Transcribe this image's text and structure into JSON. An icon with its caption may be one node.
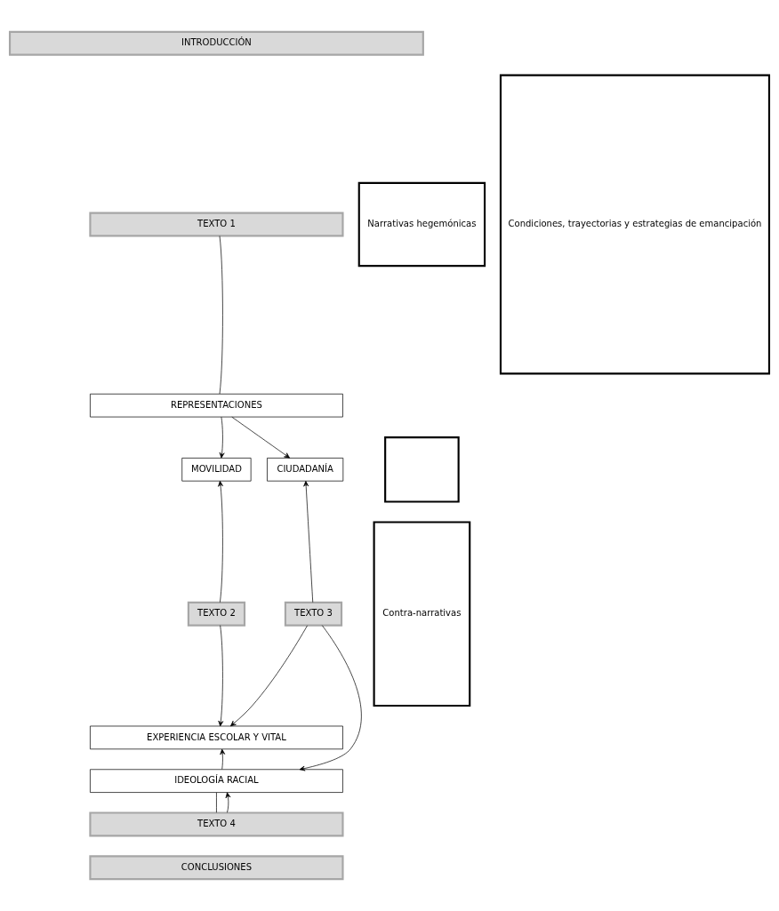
{
  "diagram": {
    "nodes": [
      {
        "text": [
          "INTRODUCCIÓN"
        ]
      },
      {
        "text": [
          "Narrativas hegemónicas"
        ]
      },
      {
        "text": [
          "TEXTO 1"
        ]
      },
      {
        "text": [
          "Condiciones, trayectorias y estrategias de emancipación"
        ]
      },
      {
        "text": [
          "REPRESENTACIONES"
        ]
      },
      {
        "text": [],
        "shape": "box"
      },
      {
        "text": [
          "MOVILIDAD"
        ]
      },
      {
        "text": [
          "CIUDADANÍA"
        ]
      },
      {
        "text": [
          "Contra-narrativas"
        ]
      },
      {
        "text": [
          "TEXTO 2"
        ]
      },
      {
        "text": [
          "TEXTO 3"
        ]
      },
      {
        "text": [
          "EXPERIENCIA ESCOLAR Y VITAL"
        ]
      },
      {
        "text": [
          "IDEOLOGÍA RACIAL"
        ]
      },
      {
        "text": [
          "TEXTO 4"
        ]
      },
      {
        "text": [
          "CONCLUSIONES"
        ]
      }
    ],
    "edges": [
      {
        "from": 2,
        "to": 4,
        "arrow": "none"
      },
      {
        "from": 4,
        "to": 6,
        "arrow": "to"
      },
      {
        "from": 4,
        "to": 7,
        "arrow": "to"
      },
      {
        "from": 9,
        "to": 6,
        "arrow": "to"
      },
      {
        "from": 10,
        "to": 7,
        "arrow": "to"
      },
      {
        "from": 9,
        "to": 11,
        "arrow": "to"
      },
      {
        "from": 10,
        "to": 11,
        "arrow": "to"
      },
      {
        "from": 10,
        "to": 12,
        "arrow": "to"
      },
      {
        "from": 12,
        "to": 11,
        "arrow": "to"
      },
      {
        "from": 13,
        "to": 12,
        "arrow": "none"
      },
      {
        "from": 13,
        "to": 12,
        "arrow": "to"
      }
    ]
  }
}
